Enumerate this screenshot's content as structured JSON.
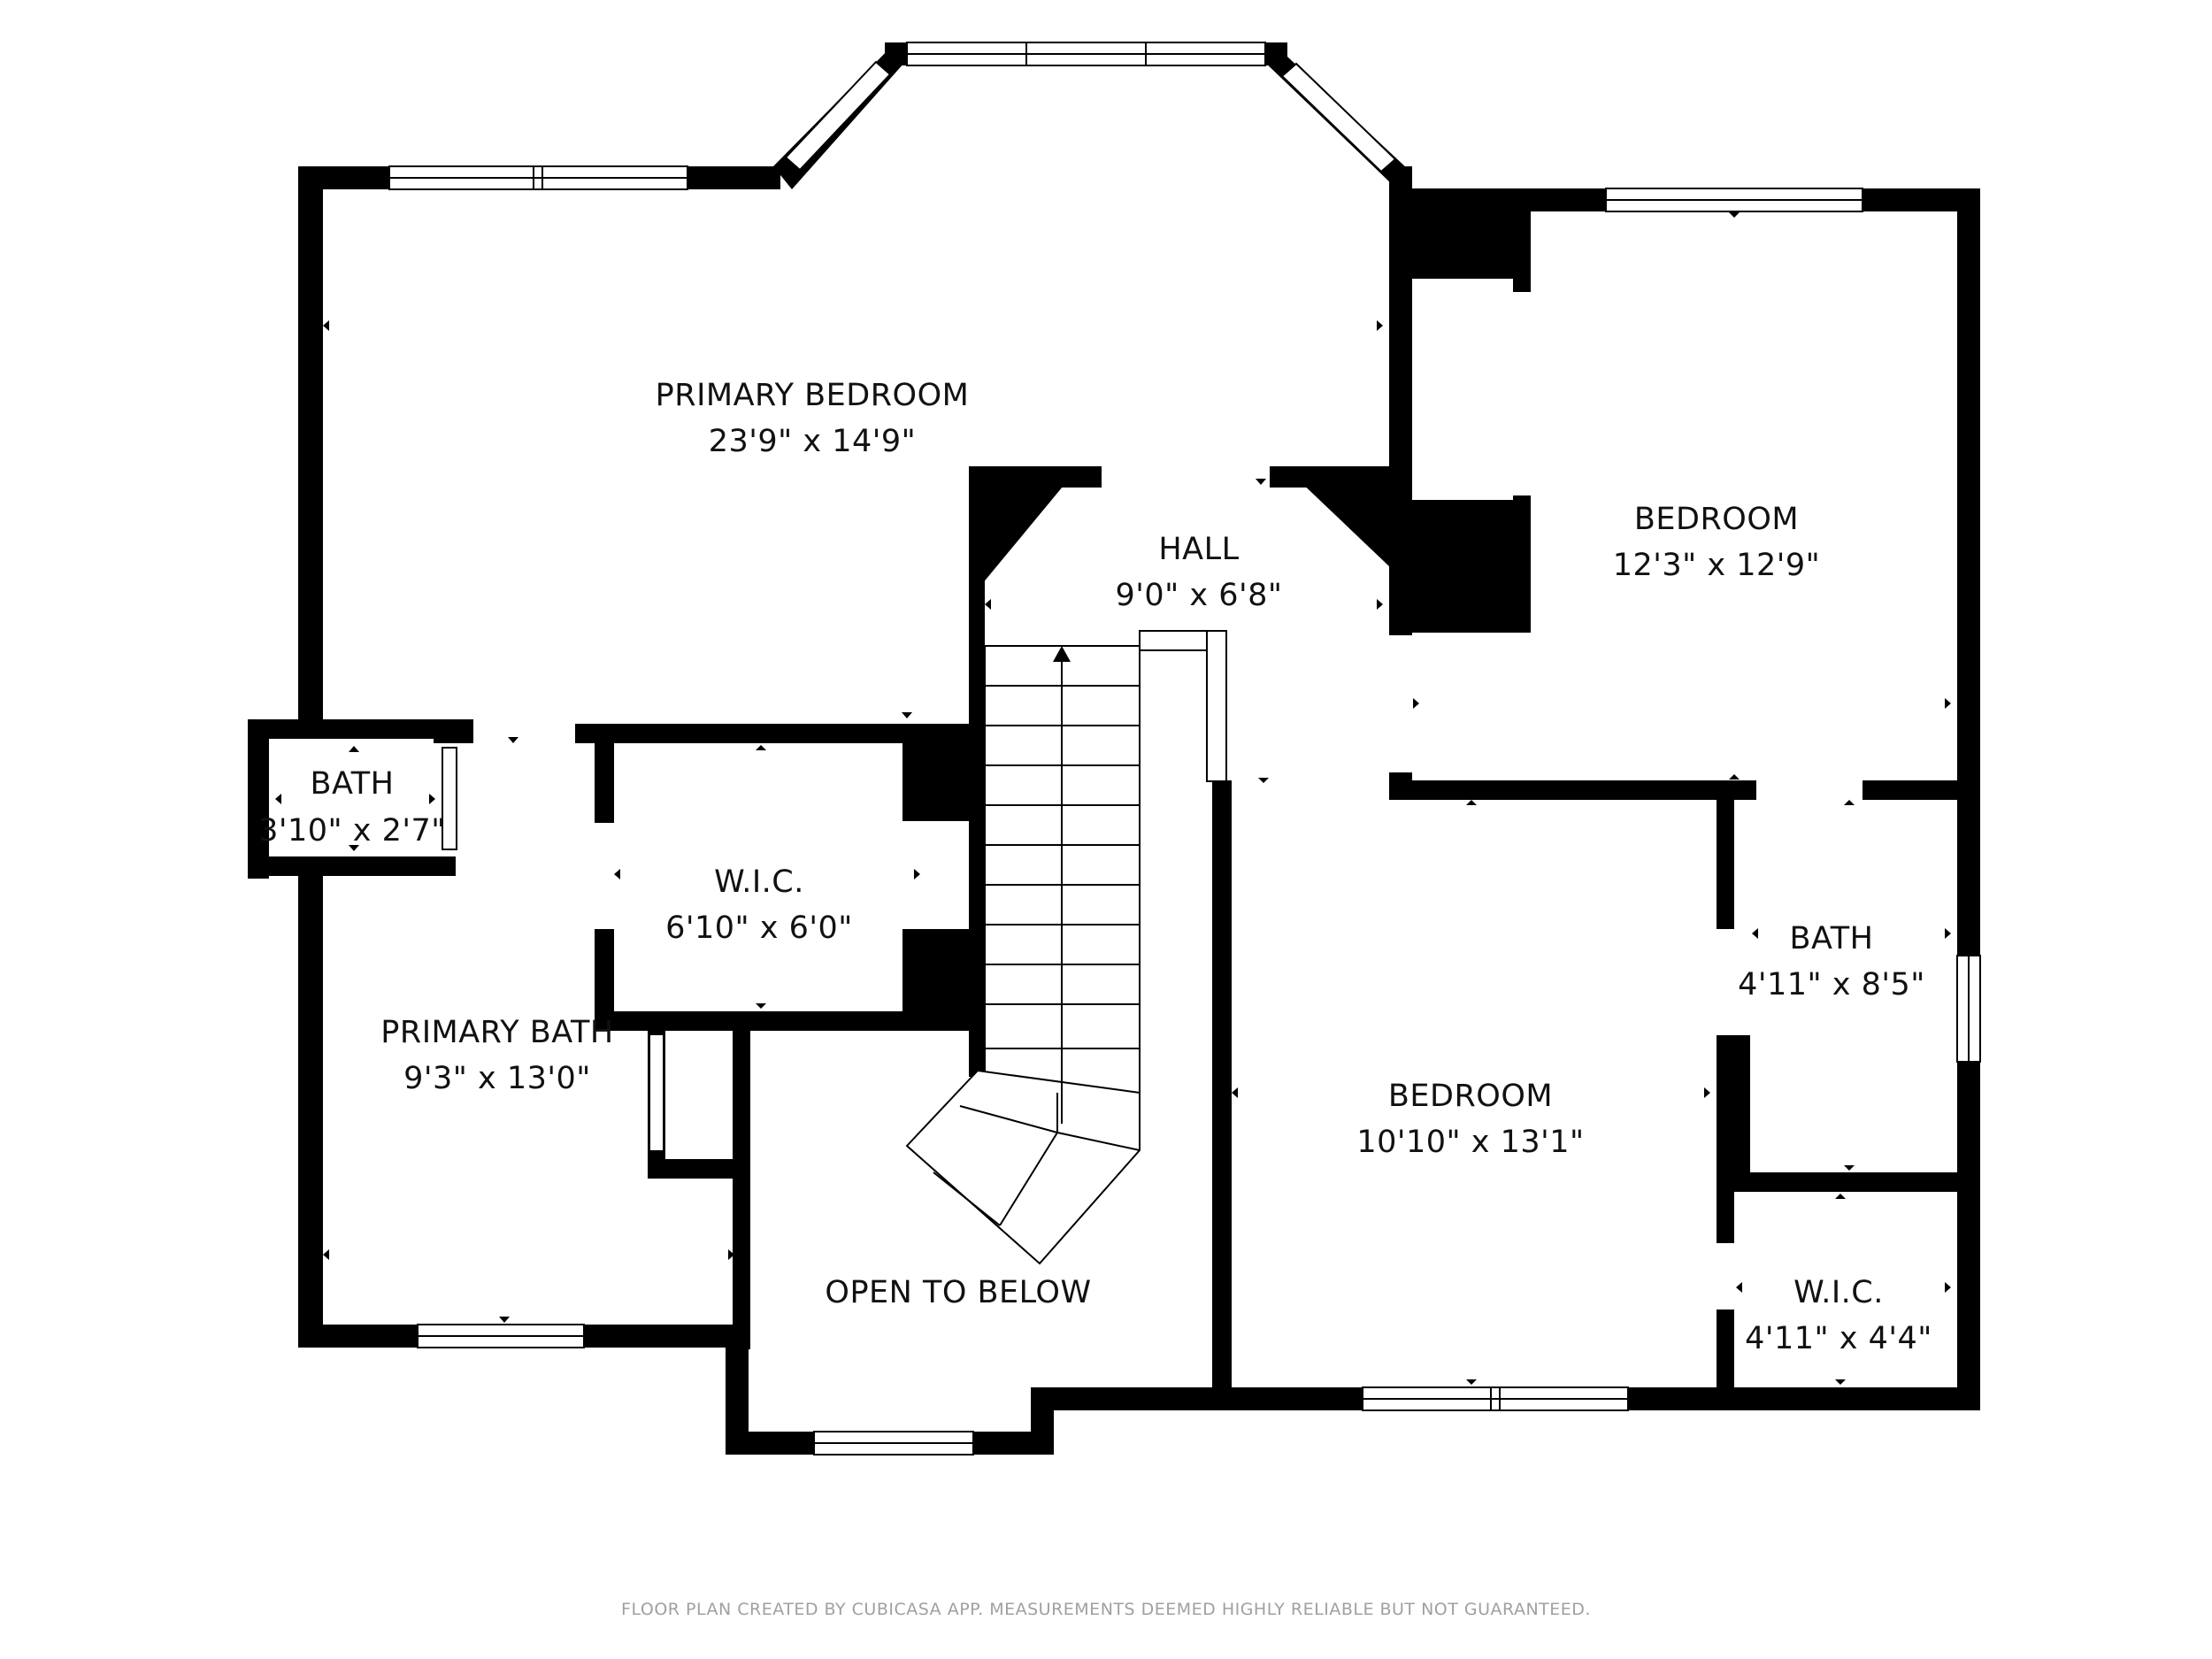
{
  "rooms": {
    "primary_bedroom": {
      "name": "PRIMARY BEDROOM",
      "dims": "23'9\" x 14'9\""
    },
    "hall": {
      "name": "HALL",
      "dims": "9'0\" x 6'8\""
    },
    "bedroom_right": {
      "name": "BEDROOM",
      "dims": "12'3\" x 12'9\""
    },
    "bath_small": {
      "name": "BATH",
      "dims": "3'10\" x 2'7\""
    },
    "wic_center": {
      "name": "W.I.C.",
      "dims": "6'10\" x 6'0\""
    },
    "primary_bath": {
      "name": "PRIMARY BATH",
      "dims": "9'3\" x 13'0\""
    },
    "open_to_below": {
      "name": "OPEN TO BELOW",
      "dims": ""
    },
    "bedroom_lower": {
      "name": "BEDROOM",
      "dims": "10'10\" x 13'1\""
    },
    "bath_right": {
      "name": "BATH",
      "dims": "4'11\" x 8'5\""
    },
    "wic_right": {
      "name": "W.I.C.",
      "dims": "4'11\" x 4'4\""
    }
  },
  "footer": "FLOOR PLAN CREATED BY CUBICASA APP. MEASUREMENTS DEEMED HIGHLY RELIABLE BUT NOT GUARANTEED."
}
